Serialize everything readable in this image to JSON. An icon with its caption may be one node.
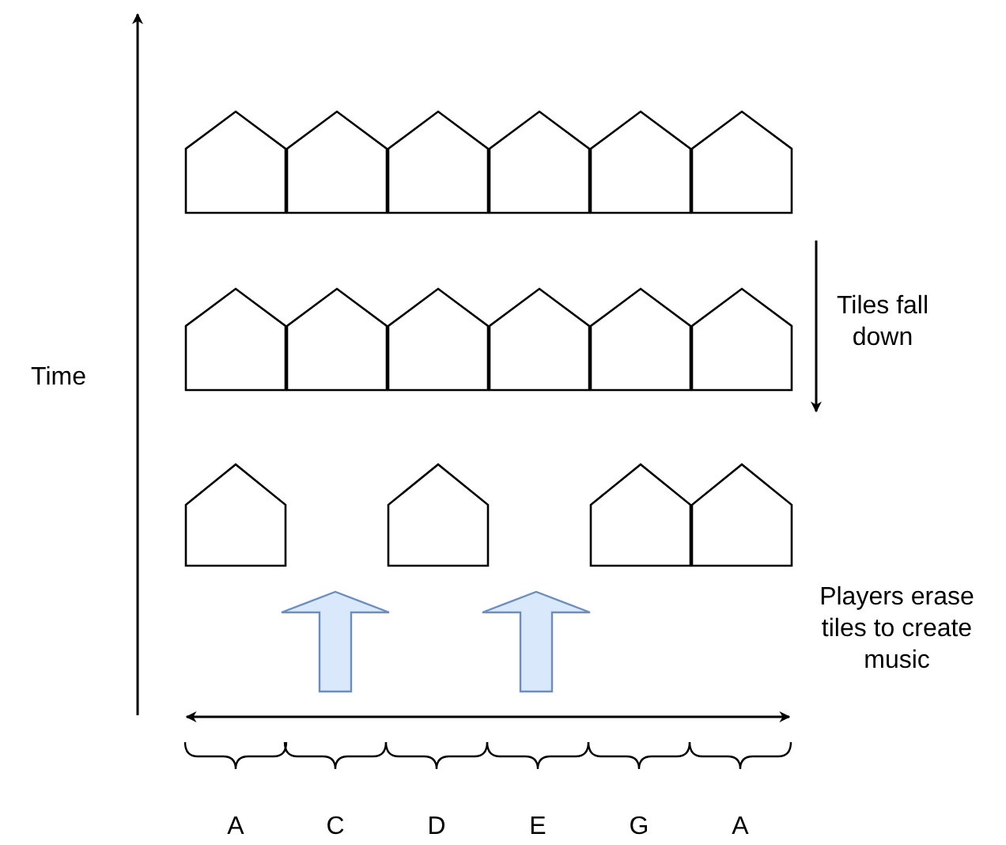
{
  "diagram": {
    "nodes": [
      {
        "text": [],
        "shape": "pentagon"
      },
      {
        "text": [],
        "shape": "pentagon"
      },
      {
        "text": [],
        "shape": "pentagon"
      },
      {
        "text": [],
        "shape": "pentagon"
      },
      {
        "text": [],
        "shape": "pentagon"
      },
      {
        "text": [],
        "shape": "pentagon"
      },
      {
        "text": [],
        "shape": "pentagon"
      },
      {
        "text": [],
        "shape": "pentagon"
      },
      {
        "text": [],
        "shape": "pentagon"
      },
      {
        "text": [],
        "shape": "pentagon"
      },
      {
        "text": [],
        "shape": "pentagon"
      },
      {
        "text": [],
        "shape": "pentagon"
      },
      {
        "text": [],
        "shape": "pentagon"
      },
      {
        "text": [],
        "shape": "pentagon"
      },
      {
        "text": [],
        "shape": "pentagon"
      },
      {
        "text": [],
        "shape": "pentagon"
      }
    ],
    "labels": [
      "Time",
      "Tiles fall down",
      "Players erase tiles to create music",
      "A",
      "C",
      "D",
      "E",
      "G",
      "A"
    ]
  }
}
